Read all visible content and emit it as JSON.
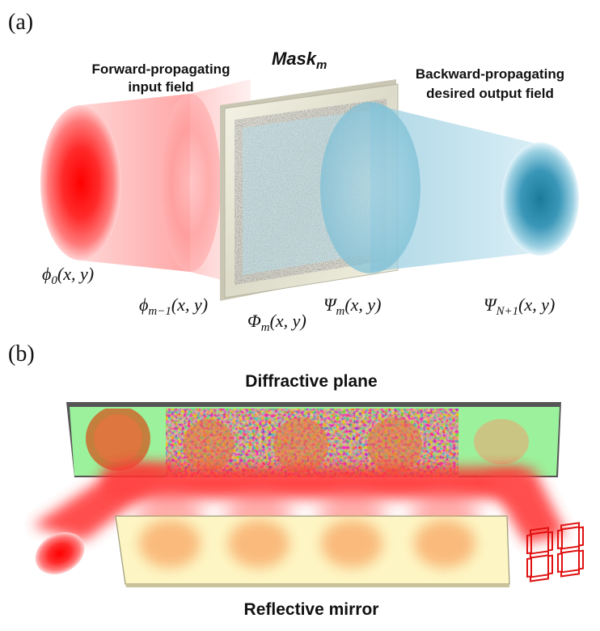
{
  "panel_a": {
    "panel_label": "(a)",
    "input_label_line1": "Forward-propagating",
    "input_label_line2": "input field",
    "mask_label_main": "Mask",
    "mask_label_sub": "m",
    "output_label_line1": "Backward-propagating",
    "output_label_line2": "desired output field",
    "symbols": {
      "phi0_base": "ϕ",
      "phi0_sub": "0",
      "phi0_args": "(x, y)",
      "phim1_base": "ϕ",
      "phim1_sub": "m−1",
      "phim1_args": "(x, y)",
      "Phim_base": "Φ",
      "Phim_sub": "m",
      "Phim_args": "(x, y)",
      "Psim_base": "Ψ",
      "Psim_sub": "m",
      "Psim_args": "(x, y)",
      "PsiN1_base": "Ψ",
      "PsiN1_sub": "N+1",
      "PsiN1_args": "(x, y)"
    }
  },
  "panel_b": {
    "panel_label": "(b)",
    "diffractive_plane_label": "Diffractive plane",
    "reflective_mirror_label": "Reflective mirror"
  },
  "colors": {
    "input_beam": "#ff1a1a",
    "output_beam": "#2a8fb0",
    "plane_background": "#9cf29c",
    "mirror_fill": "#fdf6c4",
    "digit_red": "#e01010"
  }
}
